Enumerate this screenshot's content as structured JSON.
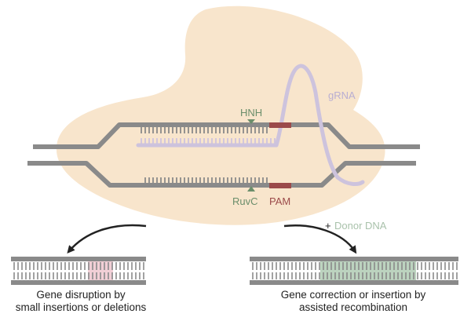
{
  "labels": {
    "hnh": "HNH",
    "ruvc": "RuvC",
    "pam": "PAM",
    "grna": "gRNA",
    "donor_plus": "+",
    "donor": "Donor DNA"
  },
  "outcomes": {
    "left": {
      "line1": "Gene disruption by",
      "line2": "small insertions or deletions"
    },
    "right": {
      "line1": "Gene correction or insertion by",
      "line2": "assisted recombination"
    }
  },
  "colors": {
    "cas9_body": "#f8e5cc",
    "dna_strand": "#8a8a8a",
    "pam": "#9b4a4a",
    "grna": "#cdc3dd",
    "grna_text": "#b9aed2",
    "hnh_ruvc": "#6b8e6b",
    "text": "#222222",
    "donor_text": "#a9c2ab",
    "indel": "#f1cfd6",
    "donor_insert": "#bcd3bf",
    "arrow": "#222222"
  }
}
